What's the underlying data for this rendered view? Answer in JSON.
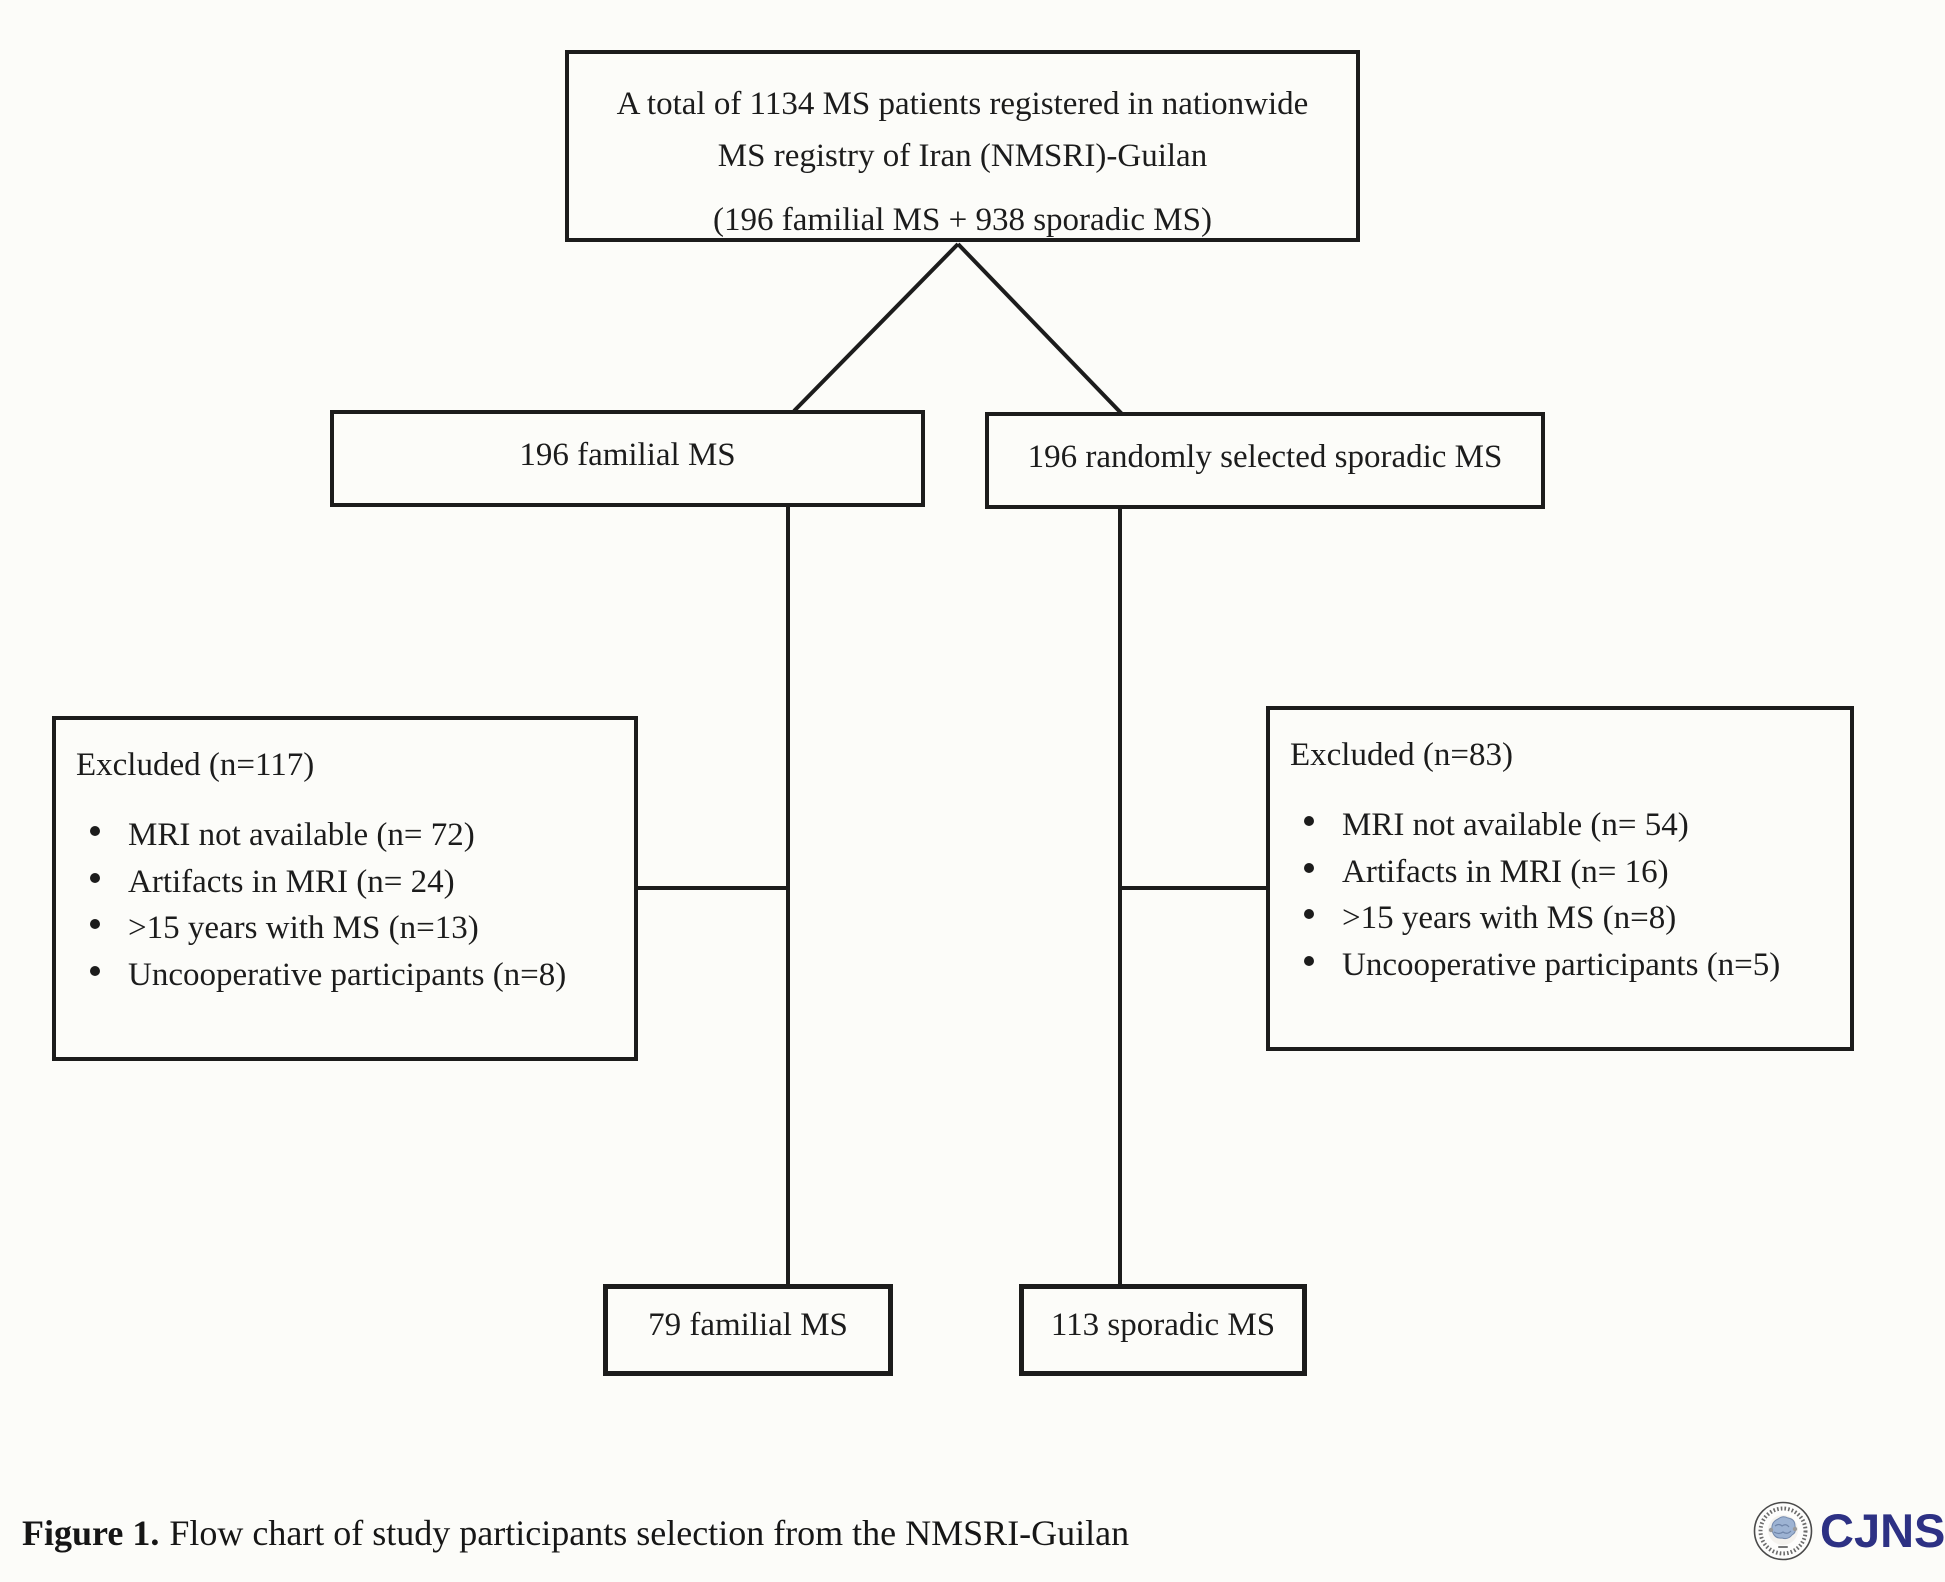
{
  "figure": {
    "top_box": {
      "line1": "A total of 1134 MS patients registered in nationwide",
      "line2": "MS registry of Iran (NMSRI)-Guilan",
      "line3": "(196 familial MS + 938 sporadic MS)"
    },
    "branch_left_label": "196 familial MS",
    "branch_right_label": "196 randomly selected sporadic MS",
    "excluded_left": {
      "title": "Excluded (n=117)",
      "items": [
        "MRI not available (n= 72)",
        "Artifacts in MRI (n= 24)",
        ">15 years with MS (n=13)",
        "Uncooperative participants (n=8)"
      ]
    },
    "excluded_right": {
      "title": "Excluded (n=83)",
      "items": [
        "MRI not available (n= 54)",
        "Artifacts in MRI (n= 16)",
        ">15 years with MS (n=8)",
        "Uncooperative participants (n=5)"
      ]
    },
    "final_left_label": "79 familial MS",
    "final_right_label": "113 sporadic MS"
  },
  "caption": {
    "label": "Figure 1.",
    "text": "Flow chart of study participants selection from the NMSRI-Guilan"
  },
  "logo": {
    "journal_abbreviation": "CJNS",
    "brand_color": "#2d3184"
  }
}
